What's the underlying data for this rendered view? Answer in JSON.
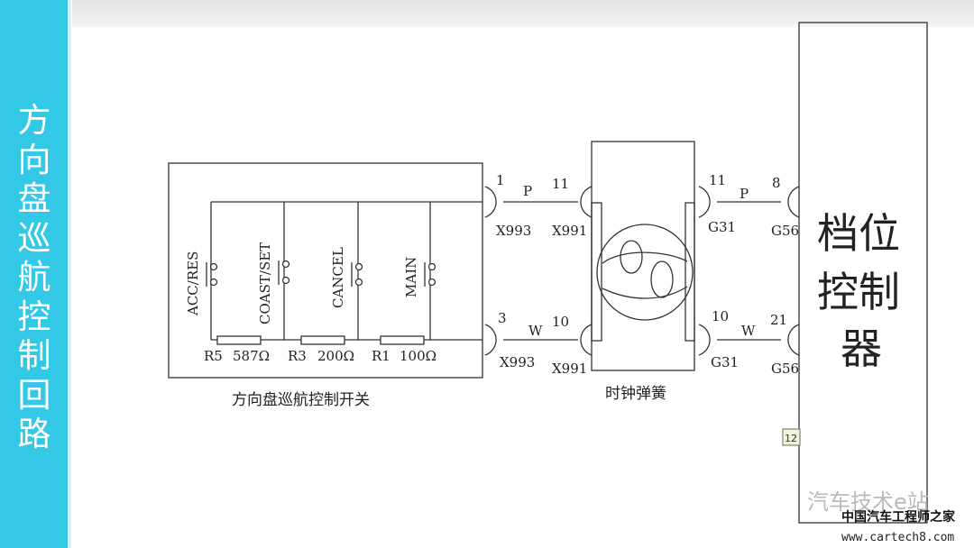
{
  "slide_title": "方向盘巡航控制回路",
  "switch_box": {
    "label": "方向盘巡航控制开关",
    "switches": [
      "ACC/RES",
      "COAST/SET",
      "CANCEL",
      "MAIN"
    ],
    "resistors": [
      {
        "name": "R5",
        "value": "587Ω"
      },
      {
        "name": "R3",
        "value": "200Ω"
      },
      {
        "name": "R1",
        "value": "100Ω"
      }
    ]
  },
  "wires": {
    "top": {
      "signal": "P",
      "pins": [
        "1",
        "11",
        "11",
        "8"
      ],
      "connectors": [
        "X993",
        "X991",
        "G31",
        "G56"
      ]
    },
    "bottom": {
      "signal": "W",
      "pins": [
        "3",
        "10",
        "10",
        "21"
      ],
      "connectors": [
        "X993",
        "X991",
        "G31",
        "G56"
      ]
    }
  },
  "clock_spring": {
    "label": "时钟弹簧"
  },
  "controller": {
    "label_line1": "档位",
    "label_line2": "控制",
    "label_line3": "器"
  },
  "page_badge": "12",
  "watermark": {
    "wechat": "汽车技术e站",
    "site_name": "中国汽车工程师之家",
    "url": "www.cartech8.com"
  }
}
